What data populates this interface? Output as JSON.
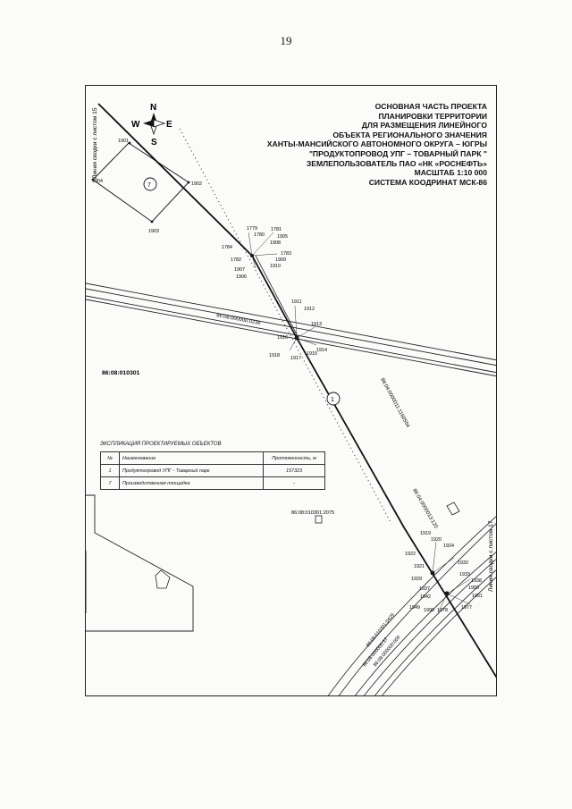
{
  "page_number": "19",
  "title_lines": [
    "ОСНОВНАЯ ЧАСТЬ ПРОЕКТА",
    "ПЛАНИРОВКИ ТЕРРИТОРИИ",
    "ДЛЯ РАЗМЕЩЕНИЯ ЛИНЕЙНОГО",
    "ОБЪЕКТА РЕГИОНАЛЬНОГО ЗНАЧЕНИЯ",
    "ХАНТЫ-МАНСИЙСКОГО АВТОНОМНОГО ОКРУГА – ЮГРЫ",
    "\"ПРОДУКТОПРОВОД УПГ – ТОВАРНЫЙ ПАРК \"",
    "ЗЕМЛЕПОЛЬЗОВАТЕЛЬ ПАО «НК «РОСНЕФТЬ»",
    "МАСШТАБ 1:10 000",
    "СИСТЕМА КООДРИНАТ МСК-86"
  ],
  "compass": {
    "n": "N",
    "s": "S",
    "e": "E",
    "w": "W"
  },
  "match_lines": {
    "left": "Линия сводки с листом 15",
    "right": "Линия сводки с листом 17"
  },
  "cadastral": {
    "block": "86:08:010301",
    "road_parcel": "86:08:000000:0236",
    "diag_parcel": "86:04:0000011:1160554",
    "lower_parcel": "86:04:0000013:120",
    "building": "86:08:010301:2075",
    "road_a": "86:08:010301:0429",
    "road_b": "86:08:000000:37",
    "road_c": "86:08:000000:000"
  },
  "markers": {
    "pipeline": "1",
    "site": "7"
  },
  "points": {
    "p1901": "1901",
    "p1902": "1902",
    "p1903": "1903",
    "p1904": "1904",
    "p1779": "1779",
    "p1780": "1780",
    "p1781": "1781",
    "p1905": "1905",
    "p1908": "1908",
    "p1784": "1784",
    "p1783": "1783",
    "p1909": "1909",
    "p1782": "1782",
    "p1910": "1910",
    "p1907": "1907",
    "p1906": "1906",
    "p1911": "1911",
    "p1912": "1912",
    "p1913": "1913",
    "p1916": "1916",
    "p1914": "1914",
    "p1915": "1915",
    "p1918": "1918",
    "p1917": "1917",
    "p1919": "1919",
    "p1920": "1920",
    "p1924": "1924",
    "p1922": "1922",
    "p1932": "1932",
    "p1921": "1921",
    "p1933": "1933",
    "p1938": "1938",
    "p1929": "1929",
    "p1950": "1950",
    "p1937": "1937",
    "p1951": "1951",
    "p1942": "1942",
    "p1977": "1977",
    "p1949": "1949",
    "p1990": "1990",
    "p1978": "1978"
  },
  "legend": {
    "title": "ЭКСПЛИКАЦИЯ ПРОЕКТИРУЕМЫХ ОБЪЕКТОВ",
    "headers": [
      "№",
      "Наименование",
      "Протяженность, м"
    ],
    "rows": [
      [
        "1",
        "Продуктопровод УПГ - Товарный парк",
        "157323"
      ],
      [
        "7",
        "Производственная площадка",
        "-"
      ]
    ]
  }
}
